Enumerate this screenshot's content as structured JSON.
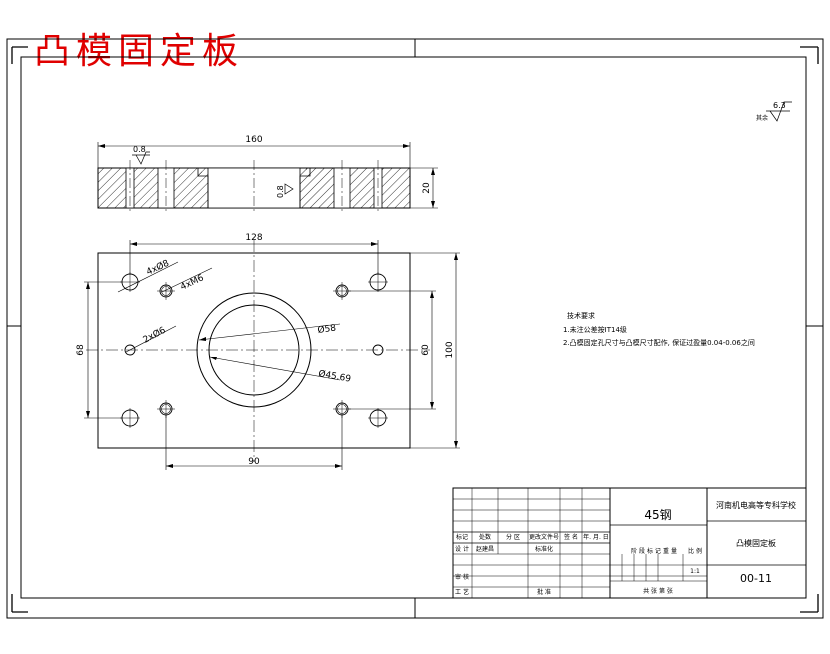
{
  "title": "凸模固定板",
  "section_view": {
    "dim_width": "160",
    "dim_height": "20",
    "roughness_top": "0.8",
    "roughness_mid": "0.8"
  },
  "plan_view": {
    "dim_hole_span": "128",
    "dim_bottom": "90",
    "dim_left": "68",
    "dim_right_inner": "60",
    "dim_right_outer": "100",
    "label_4x8": "4xØ8",
    "label_4xM6": "4xM6",
    "label_2x6": "2xØ6",
    "label_58": "Ø58",
    "label_45_69": "Ø45.69"
  },
  "roughness_note": {
    "value": "6.3",
    "label": "其余"
  },
  "tech_req": {
    "heading": "技术要求",
    "line1": "1.未注公差按IT14级",
    "line2": "2.凸模固定孔尺寸与凸模尺寸配作, 保证过盈量0.04-0.06之间"
  },
  "title_block": {
    "material": "45钢",
    "school": "河南机电高等专科学校",
    "part_name": "凸模固定板",
    "drawing_no": "00-11",
    "scale": "1:1",
    "row_labels": [
      "标记",
      "处数",
      "分 区",
      "更改文件号",
      "签 名",
      "年. 月. 日"
    ],
    "design_label": "设 计",
    "designer": "赵建昌",
    "standard_label": "标准化",
    "stage_label": "阶 段 标 记",
    "weight_label": "重 量",
    "scale_label": "比 例",
    "review_label": "审 核",
    "process_label": "工 艺",
    "approve_label": "批 准",
    "sheet_label": "共   张   第   张"
  }
}
